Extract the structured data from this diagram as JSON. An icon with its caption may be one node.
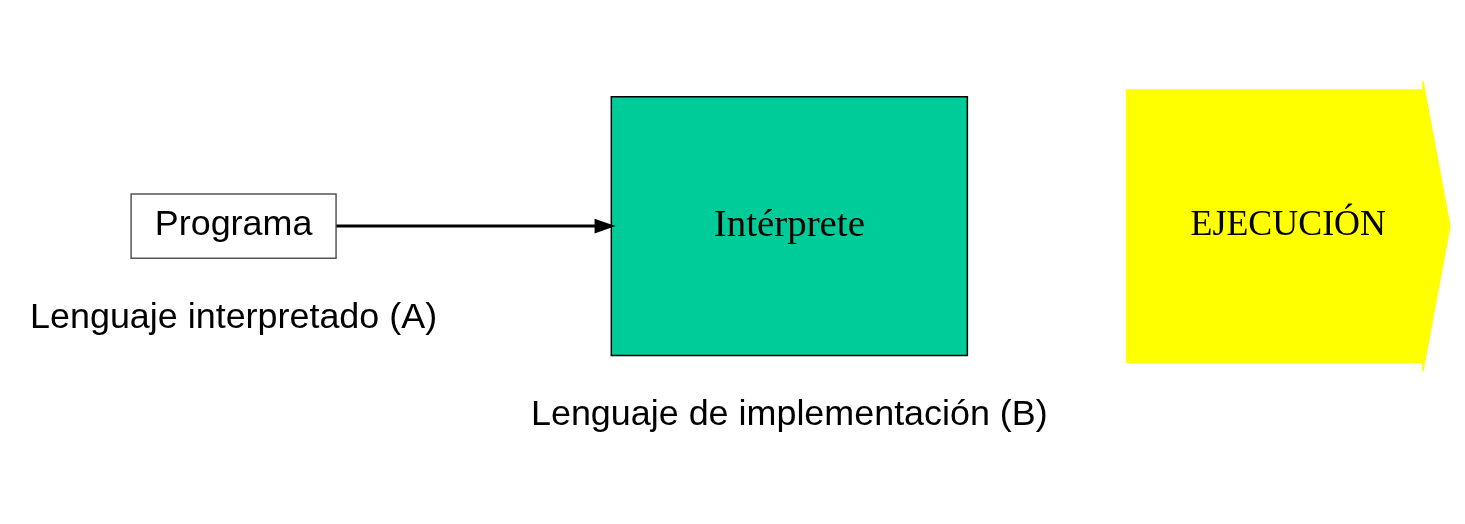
{
  "diagram": {
    "nodes": [
      {
        "text": [
          "Programa"
        ],
        "beside": [
          "Lenguaje interpretado (A)"
        ]
      },
      {
        "text": [
          "Intérprete"
        ],
        "beside": [
          "Lenguaje de implementación (B)"
        ]
      },
      {
        "text": [
          "EJECUCIÓN"
        ]
      }
    ],
    "edges": [
      {
        "from": 0,
        "to": 1,
        "arrow": "to"
      }
    ]
  }
}
